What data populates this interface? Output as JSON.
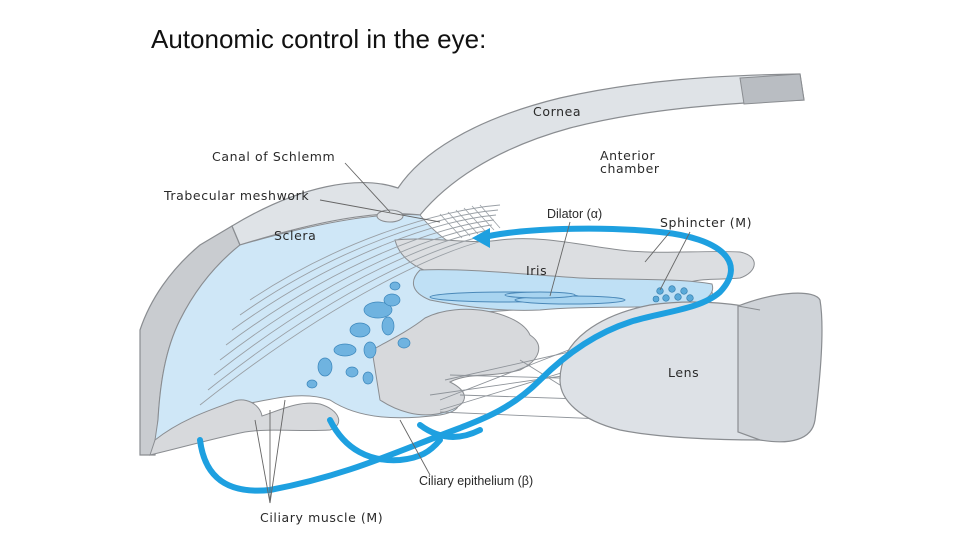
{
  "title": "Autonomic control in the eye:",
  "labels": {
    "cornea": "Cornea",
    "canal": "Canal of Schlemm",
    "anterior_1": "Anterior",
    "anterior_2": "chamber",
    "trabecular": "Trabecular meshwork",
    "dilator": "Dilator (α)",
    "sphincter": "Sphincter (M)",
    "sclera": "Sclera",
    "iris": "Iris",
    "lens": "Lens",
    "ciliary_epithelium": "Ciliary epithelium (β)",
    "ciliary_muscle": "Ciliary muscle (M)"
  },
  "colors": {
    "nerve": "#1ea0e0",
    "tissue": "#cfe7f7",
    "cornea": "#d9dde2",
    "gray_tissue": "#c8cacd",
    "vessel": "#5aa9d8"
  }
}
